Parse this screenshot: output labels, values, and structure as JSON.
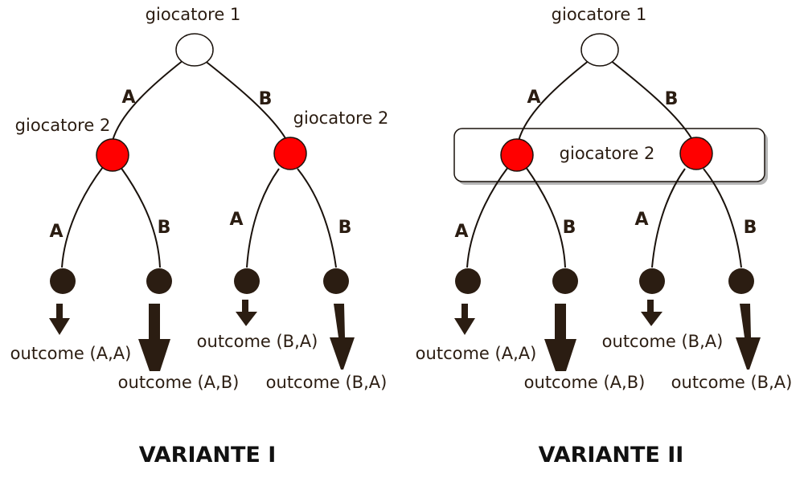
{
  "colors": {
    "line": "#1a120c",
    "player2_node": "#ff0000",
    "terminal_node": "#2b1d12",
    "root_node": "#ffffff",
    "text": "#2b1d12"
  },
  "variant_1": {
    "title": "VARIANTE I",
    "root_label": "giocatore 1",
    "left_player_label": "giocatore 2",
    "right_player_label": "giocatore 2",
    "edge_a": "A",
    "edge_b": "B",
    "edge_la": "A",
    "edge_lb": "B",
    "edge_ra": "A",
    "edge_rb": "B",
    "outcomes": [
      "outcome (A,A)",
      "outcome (A,B)",
      "outcome (B,A)",
      "outcome (B,A)"
    ]
  },
  "variant_2": {
    "title": "VARIANTE II",
    "root_label": "giocatore 1",
    "info_set_label": "giocatore 2",
    "edge_a": "A",
    "edge_b": "B",
    "edge_la": "A",
    "edge_lb": "B",
    "edge_ra": "A",
    "edge_rb": "B",
    "outcomes": [
      "outcome (A,A)",
      "outcome (A,B)",
      "outcome (B,A)",
      "outcome (B,A)"
    ]
  }
}
